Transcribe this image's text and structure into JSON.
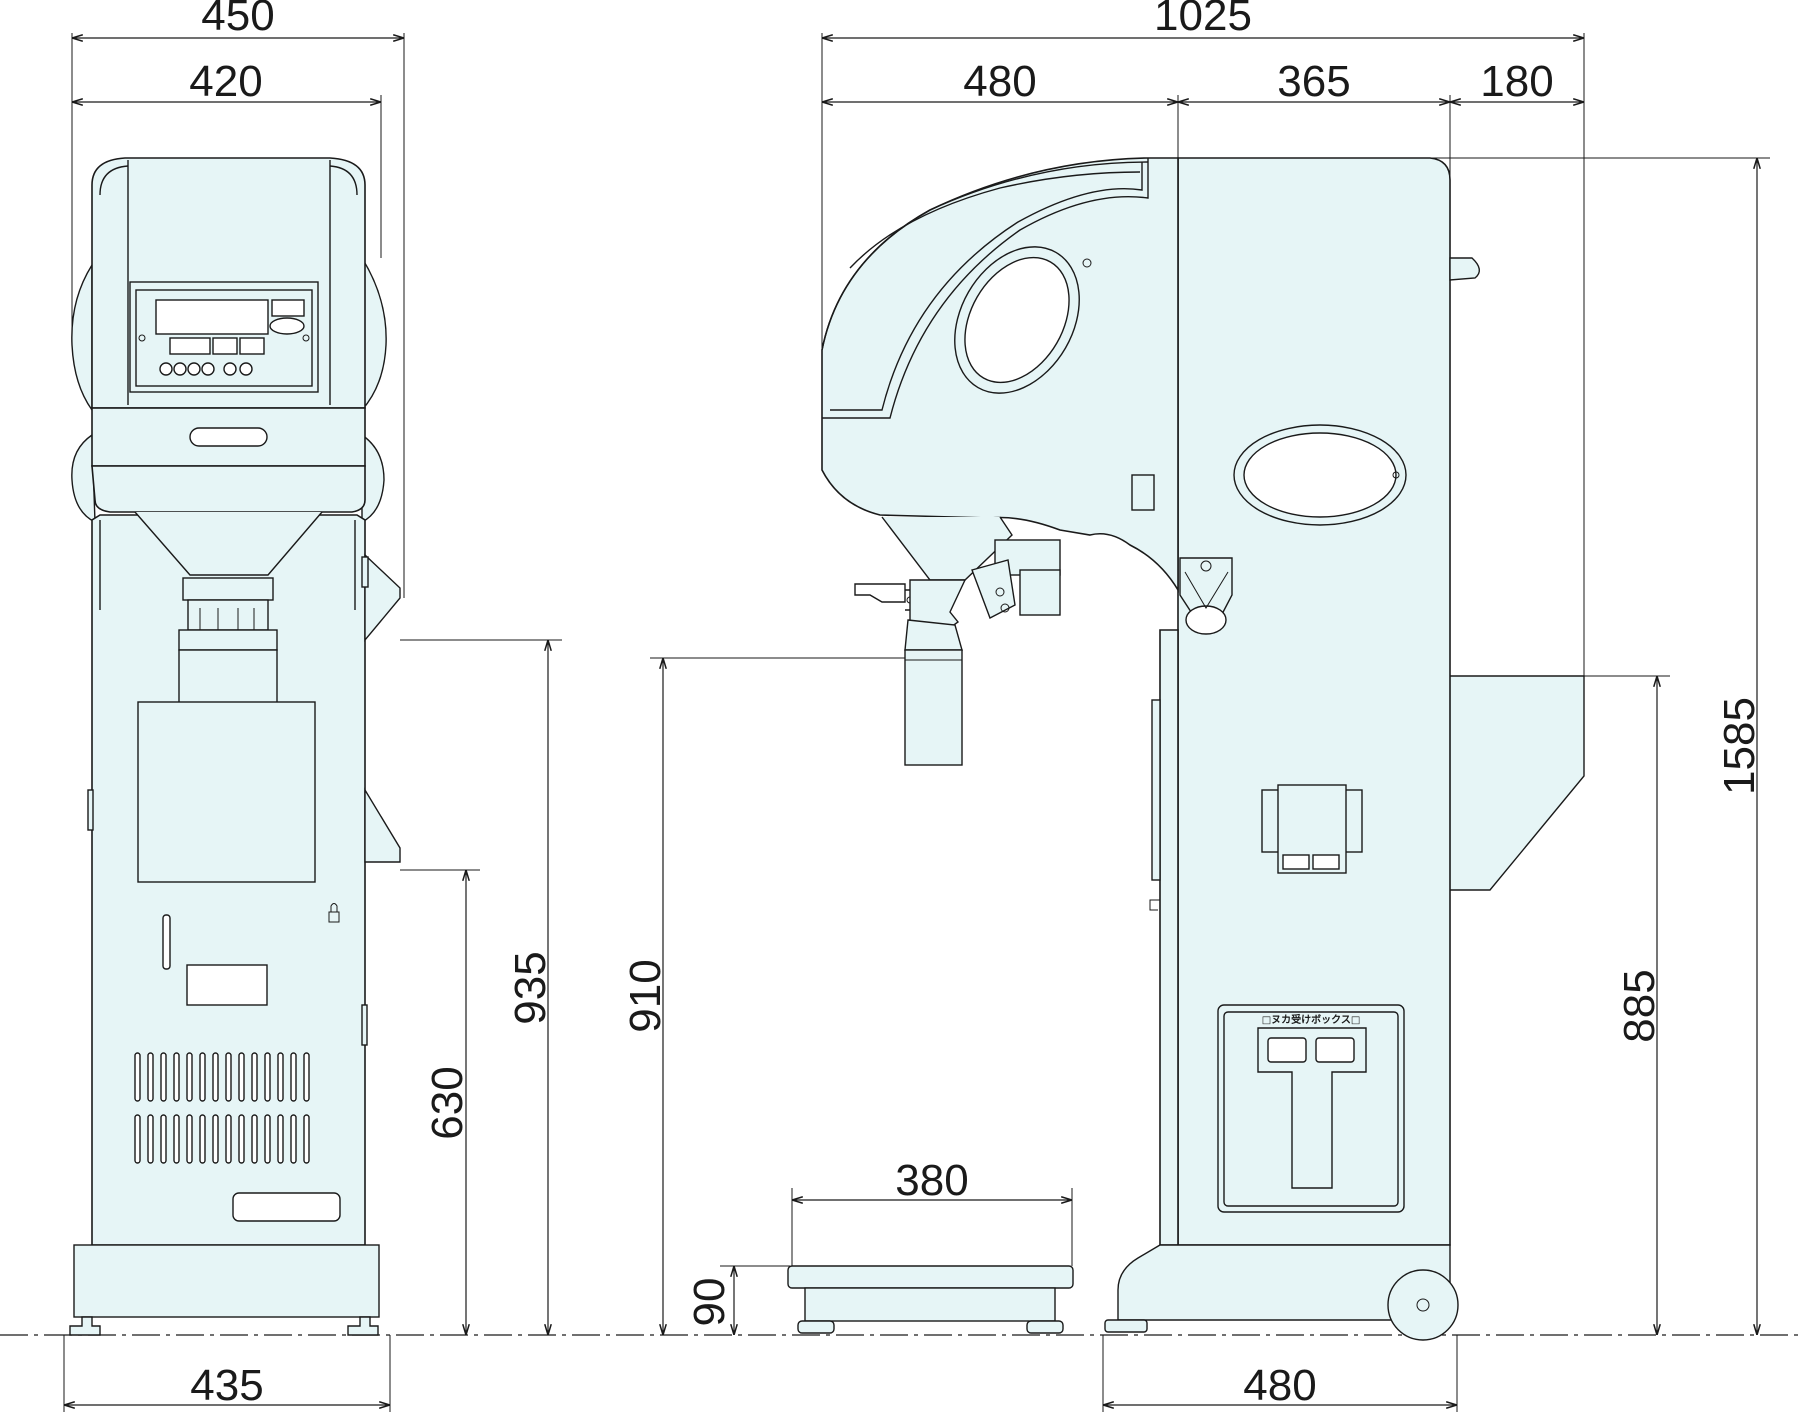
{
  "dimensions": {
    "front_view": {
      "overall_width": "450",
      "upper_width": "420",
      "base_width": "435",
      "upper_chute_height": "935",
      "lower_chute_height": "630"
    },
    "side_view": {
      "overall_depth": "1025",
      "front_depth": "480",
      "middle_depth": "365",
      "rear_depth": "180",
      "total_height": "1585",
      "rear_chute_height": "885",
      "spout_height": "910",
      "base_depth": "480"
    },
    "scale": {
      "width": "380",
      "height": "90"
    }
  },
  "labels": {
    "bran_box": "□ヌカ受けボックス□"
  },
  "colors": {
    "body": "#e6f5f6",
    "line": "#1a1a1a"
  }
}
